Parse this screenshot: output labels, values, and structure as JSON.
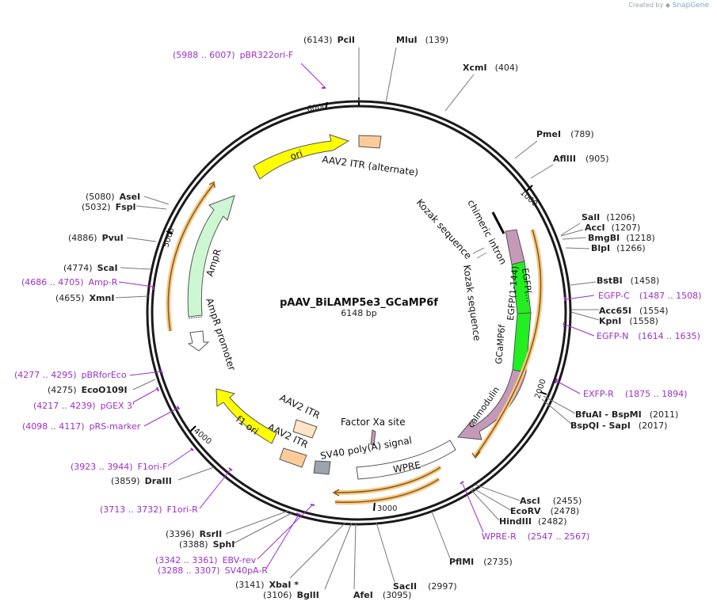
{
  "credit": {
    "prefix": "Created by",
    "brand": "SnapGene"
  },
  "plasmid": {
    "name": "pAAV_BiLAMP5e3_GCaMP6f",
    "length_label": "6148 bp",
    "length": 6148
  },
  "tick_labels": [
    "1000",
    "2000",
    "3000",
    "4000",
    "5000",
    "6000"
  ],
  "sites": [
    {
      "name": "PciI",
      "pos": "(6143)",
      "bp": 6143
    },
    {
      "name": "MluI",
      "pos": "(139)",
      "bp": 139
    },
    {
      "name": "XcmI",
      "pos": "(404)",
      "bp": 404
    },
    {
      "name": "PmeI",
      "pos": "(789)",
      "bp": 789
    },
    {
      "name": "AflIII",
      "pos": "(905)",
      "bp": 905
    },
    {
      "name": "SalI",
      "pos": "(1206)",
      "bp": 1206
    },
    {
      "name": "AccI",
      "pos": "(1207)",
      "bp": 1207
    },
    {
      "name": "BmgBI",
      "pos": "(1218)",
      "bp": 1218
    },
    {
      "name": "BlpI",
      "pos": "(1266)",
      "bp": 1266
    },
    {
      "name": "BstBI",
      "pos": "(1458)",
      "bp": 1458
    },
    {
      "name": "Acc65I",
      "pos": "(1554)",
      "bp": 1554
    },
    {
      "name": "KpnI",
      "pos": "(1558)",
      "bp": 1558
    },
    {
      "name": "BfuAI - BspMI",
      "pos": "(2011)",
      "bp": 2011
    },
    {
      "name": "BspQI - SapI",
      "pos": "(2017)",
      "bp": 2017
    },
    {
      "name": "AscI",
      "pos": "(2455)",
      "bp": 2455
    },
    {
      "name": "EcoRV",
      "pos": "(2478)",
      "bp": 2478
    },
    {
      "name": "HindIII",
      "pos": "(2482)",
      "bp": 2482
    },
    {
      "name": "PflMI",
      "pos": "(2735)",
      "bp": 2735
    },
    {
      "name": "SacII",
      "pos": "(2997)",
      "bp": 2997
    },
    {
      "name": "AfeI",
      "pos": "(3095)",
      "bp": 3095
    },
    {
      "name": "BglII",
      "pos": "(3106)",
      "bp": 3106
    },
    {
      "name": "XbaI *",
      "pos": "(3141)",
      "bp": 3141
    },
    {
      "name": "SphI",
      "pos": "(3388)",
      "bp": 3388
    },
    {
      "name": "RsrII",
      "pos": "(3396)",
      "bp": 3396
    },
    {
      "name": "DraIII",
      "pos": "(3859)",
      "bp": 3859
    },
    {
      "name": "EcoO109I",
      "pos": "(4275)",
      "bp": 4275
    },
    {
      "name": "XmnI",
      "pos": "(4655)",
      "bp": 4655
    },
    {
      "name": "ScaI",
      "pos": "(4774)",
      "bp": 4774
    },
    {
      "name": "PvuI",
      "pos": "(4886)",
      "bp": 4886
    },
    {
      "name": "FspI",
      "pos": "(5032)",
      "bp": 5032
    },
    {
      "name": "AseI",
      "pos": "(5080)",
      "bp": 5080
    }
  ],
  "primers": [
    {
      "name": "pBR322ori-F",
      "range": "(5988 .. 6007)"
    },
    {
      "name": "EGFP-C",
      "range": "(1487 .. 1508)"
    },
    {
      "name": "EGFP-N",
      "range": "(1614 .. 1635)"
    },
    {
      "name": "EXFP-R",
      "range": "(1875 .. 1894)"
    },
    {
      "name": "WPRE-R",
      "range": "(2547 .. 2567)"
    },
    {
      "name": "EBV-rev",
      "range": "(3342 .. 3361)"
    },
    {
      "name": "SV40pA-R",
      "range": "(3288 .. 3307)"
    },
    {
      "name": "F1ori-R",
      "range": "(3713 .. 3732)"
    },
    {
      "name": "F1ori-F",
      "range": "(3923 .. 3944)"
    },
    {
      "name": "pRS-marker",
      "range": "(4098 .. 4117)"
    },
    {
      "name": "pGEX 3'",
      "range": "(4217 .. 4239)"
    },
    {
      "name": "pBRforEco",
      "range": "(4277 .. 4295)"
    },
    {
      "name": "Amp-R",
      "range": "(4686 .. 4705)"
    }
  ],
  "features": {
    "ori": "ori",
    "aav2_itr_alt": "AAV2 ITR (alternate)",
    "chimeric_intron": "chimeric intron",
    "kozak_1": "Kozak sequence",
    "kozak_2": "Kozak sequence",
    "egfp_c": "EGFP(...",
    "gcamp6f": "GCaMP6f",
    "egfp_144": "EGFP(1-144)",
    "calmodulin": "calmodulin",
    "factor_xa": "Factor Xa site",
    "sv40": "SV40 poly(A) signal",
    "wpre": "WPRE",
    "aav2_itr_1": "AAV2 ITR",
    "aav2_itr_2": "AAV2 ITR",
    "f1ori": "f1 ori",
    "ampr": "AmpR",
    "ampr_promoter": "AmpR promoter"
  },
  "colors": {
    "backbone": "#1a1a1a",
    "ori": "#ffff00",
    "ampr": "#ccf7d2",
    "egfp": "#22ee22",
    "calmodulin": "#c49ab8",
    "itr": "#ffcc99",
    "primer": "#9b30c8",
    "orf": "#f5c98b",
    "orf_arrow": "#c8841a"
  }
}
